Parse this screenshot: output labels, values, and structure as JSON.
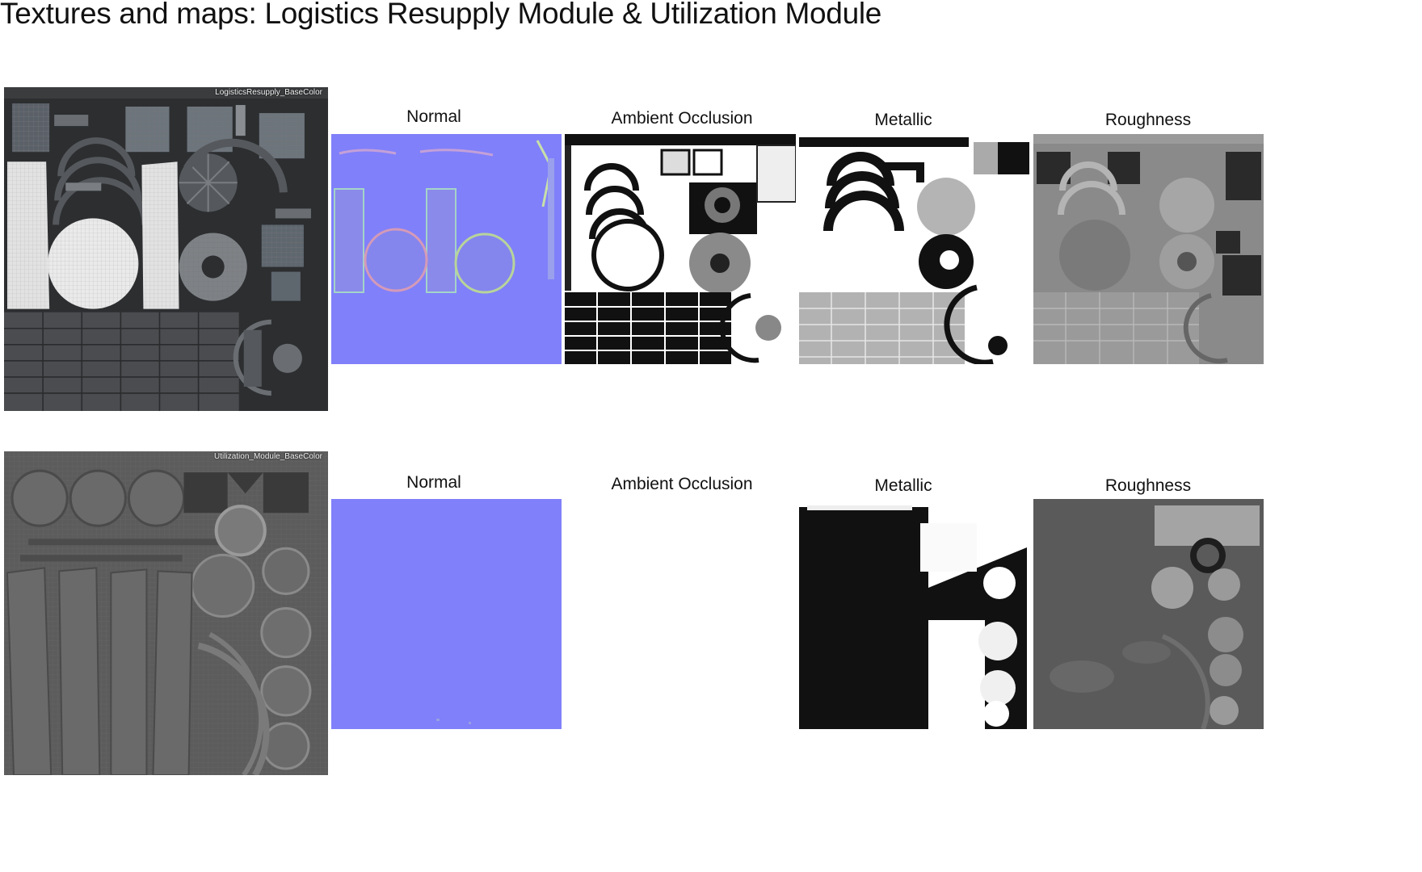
{
  "page": {
    "title": "Textures and maps: Logistics Resupply Module & Utilization Module"
  },
  "modules": [
    {
      "name": "logistics-resupply",
      "base_label": "LogisticsResupply_BaseColor",
      "maps": [
        {
          "label": "Normal",
          "icon": "normal-map-thumbnail"
        },
        {
          "label": "Ambient Occlusion",
          "icon": "ambient-occlusion-map-thumbnail"
        },
        {
          "label": "Metallic",
          "icon": "metallic-map-thumbnail"
        },
        {
          "label": "Roughness",
          "icon": "roughness-map-thumbnail"
        }
      ]
    },
    {
      "name": "utilization-module",
      "base_label": "Utilization_Module_BaseColor",
      "maps": [
        {
          "label": "Normal",
          "icon": "normal-map-thumbnail"
        },
        {
          "label": "Ambient Occlusion",
          "icon": "ambient-occlusion-map-thumbnail"
        },
        {
          "label": "Metallic",
          "icon": "metallic-map-thumbnail"
        },
        {
          "label": "Roughness",
          "icon": "roughness-map-thumbnail"
        }
      ]
    }
  ],
  "colors": {
    "normal_map": "#8080fa",
    "base_dark": "#2c2e30",
    "base_utilization": "#5c5c5c",
    "roughness_mid": "#8a8a8a"
  }
}
